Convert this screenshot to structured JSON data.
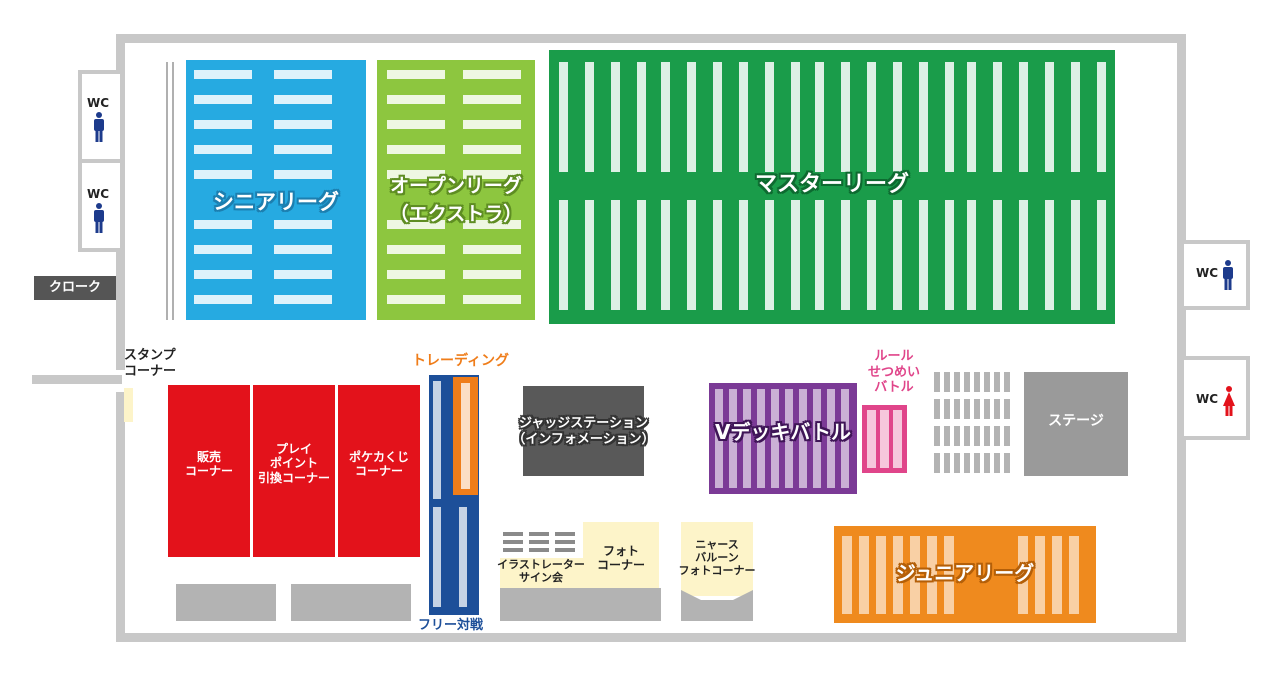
{
  "zones": {
    "senior": "シニアリーグ",
    "open_line1": "オープンリーグ",
    "open_line2": "（エクストラ）",
    "master": "マスターリーグ",
    "junior": "ジュニアリーグ",
    "vdeck": "Vデッキバトル",
    "stage": "ステージ",
    "judge_line1": "ジャッジステーション",
    "judge_line2": "（インフォメーション）",
    "sales_line1": "販売",
    "sales_line2": "コーナー",
    "play_line1": "プレイ",
    "play_line2": "ポイント",
    "play_line3": "引換コーナー",
    "kuji_line1": "ポケカくじ",
    "kuji_line2": "コーナー",
    "trading": "トレーディング",
    "free": "フリー対戦",
    "rules_line1": "ルール",
    "rules_line2": "せつめい",
    "rules_line3": "バトル",
    "stamp_line1": "スタンプ",
    "stamp_line2": "コーナー",
    "cloak": "クローク",
    "illust_line1": "イラストレーター",
    "illust_line2": "サイン会",
    "photo_line1": "フォト",
    "photo_line2": "コーナー",
    "nyarth_line1": "ニャース",
    "nyarth_line2": "バルーン",
    "nyarth_line3": "フォトコーナー"
  },
  "wc": {
    "label": "WC"
  },
  "colors": {
    "senior": "#26aae1",
    "open": "#8dc63f",
    "master": "#1a9c4a",
    "junior": "#ef8a1e",
    "vdeck": "#7b3a96",
    "rules": "#e0458a",
    "sales": "#e3121b",
    "free": "#1d4f99",
    "trading": "#ef7d1a",
    "judge": "#595959",
    "stage": "#9a9a9a",
    "wall": "#c8c8c8",
    "cream": "#fdf4c9"
  },
  "icons": {
    "male": "male-person-icon",
    "female": "female-person-icon"
  }
}
